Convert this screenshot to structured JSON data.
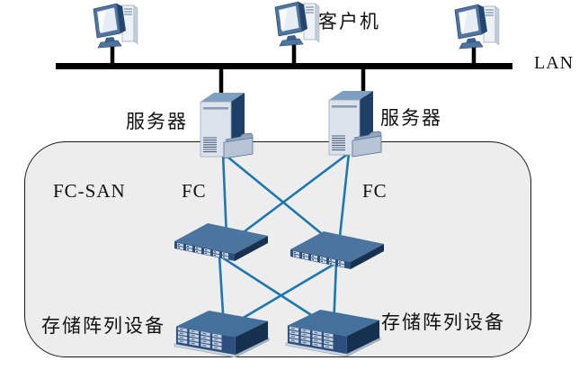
{
  "diagram": {
    "type": "network-topology",
    "description": "FC-SAN storage area network topology with clients on a LAN, two servers, two FC switches and two storage arrays",
    "lan": {
      "label": "LAN"
    },
    "clients": {
      "label": "客户机",
      "count": 3
    },
    "servers": {
      "label": "服务器",
      "count": 2
    },
    "fc_san": {
      "label": "FC-SAN"
    },
    "fc": {
      "label": "FC",
      "count": 2
    },
    "storage": {
      "label": "存储阵列设备",
      "count": 2
    },
    "connections": [
      "3 clients — LAN bus",
      "2 servers — LAN bus",
      "each server — both FC switches",
      "each FC switch — both storage arrays"
    ]
  },
  "colors": {
    "link_blue": "#1e78b0",
    "bus_black": "#000000",
    "boundary_fill": "#ededed",
    "boundary_border": "#1a1a1a",
    "device_dark_navy": "#16304f",
    "device_steel_blue": "#44709c",
    "device_front_blue": "#2b5080",
    "device_light_gray": "#dde3ec"
  }
}
